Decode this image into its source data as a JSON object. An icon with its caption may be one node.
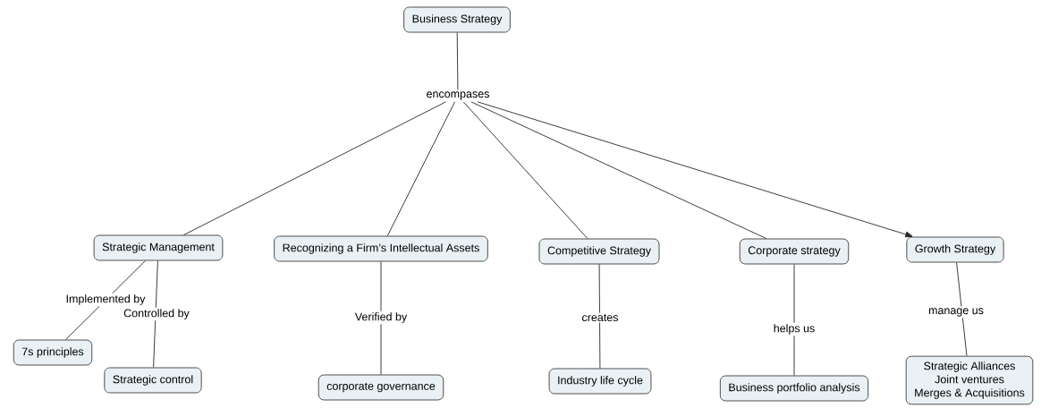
{
  "diagram": {
    "nodes": [
      {
        "text": [
          "Business Strategy"
        ]
      },
      {
        "text": [
          "encompases"
        ]
      },
      {
        "text": [
          "Strategic Management"
        ]
      },
      {
        "text": [
          "Recognizing a Firm’s Intellectual Assets"
        ]
      },
      {
        "text": [
          "Competitive Strategy"
        ]
      },
      {
        "text": [
          "Corporate strategy"
        ]
      },
      {
        "text": [
          "Growth Strategy"
        ]
      },
      {
        "text": [
          "7s principles"
        ]
      },
      {
        "text": [
          "Strategic control"
        ]
      },
      {
        "text": [
          "corporate governance"
        ]
      },
      {
        "text": [
          "Industry life cycle"
        ]
      },
      {
        "text": [
          "Business portfolio analysis"
        ]
      },
      {
        "text": [
          "Strategic Alliances",
          "Joint ventures",
          "Merges & Acquisitions"
        ]
      }
    ],
    "edges": [
      {
        "from": 0,
        "to": 1,
        "arrow": "none"
      },
      {
        "from": 1,
        "to": 2,
        "arrow": "none"
      },
      {
        "from": 1,
        "to": 3,
        "arrow": "none"
      },
      {
        "from": 1,
        "to": 4,
        "arrow": "none"
      },
      {
        "from": 1,
        "to": 5,
        "arrow": "none"
      },
      {
        "from": 1,
        "to": 6,
        "arrow": "to"
      },
      {
        "from": 2,
        "to": 7,
        "arrow": "none",
        "label": "Implemented by"
      },
      {
        "from": 2,
        "to": 8,
        "arrow": "none",
        "label": "Controlled by"
      },
      {
        "from": 3,
        "to": 9,
        "arrow": "none",
        "label": "Verified by"
      },
      {
        "from": 4,
        "to": 10,
        "arrow": "none",
        "label": "creates"
      },
      {
        "from": 5,
        "to": 11,
        "arrow": "none",
        "label": "helps us"
      },
      {
        "from": 6,
        "to": 12,
        "arrow": "none",
        "label": "manage us"
      }
    ]
  }
}
